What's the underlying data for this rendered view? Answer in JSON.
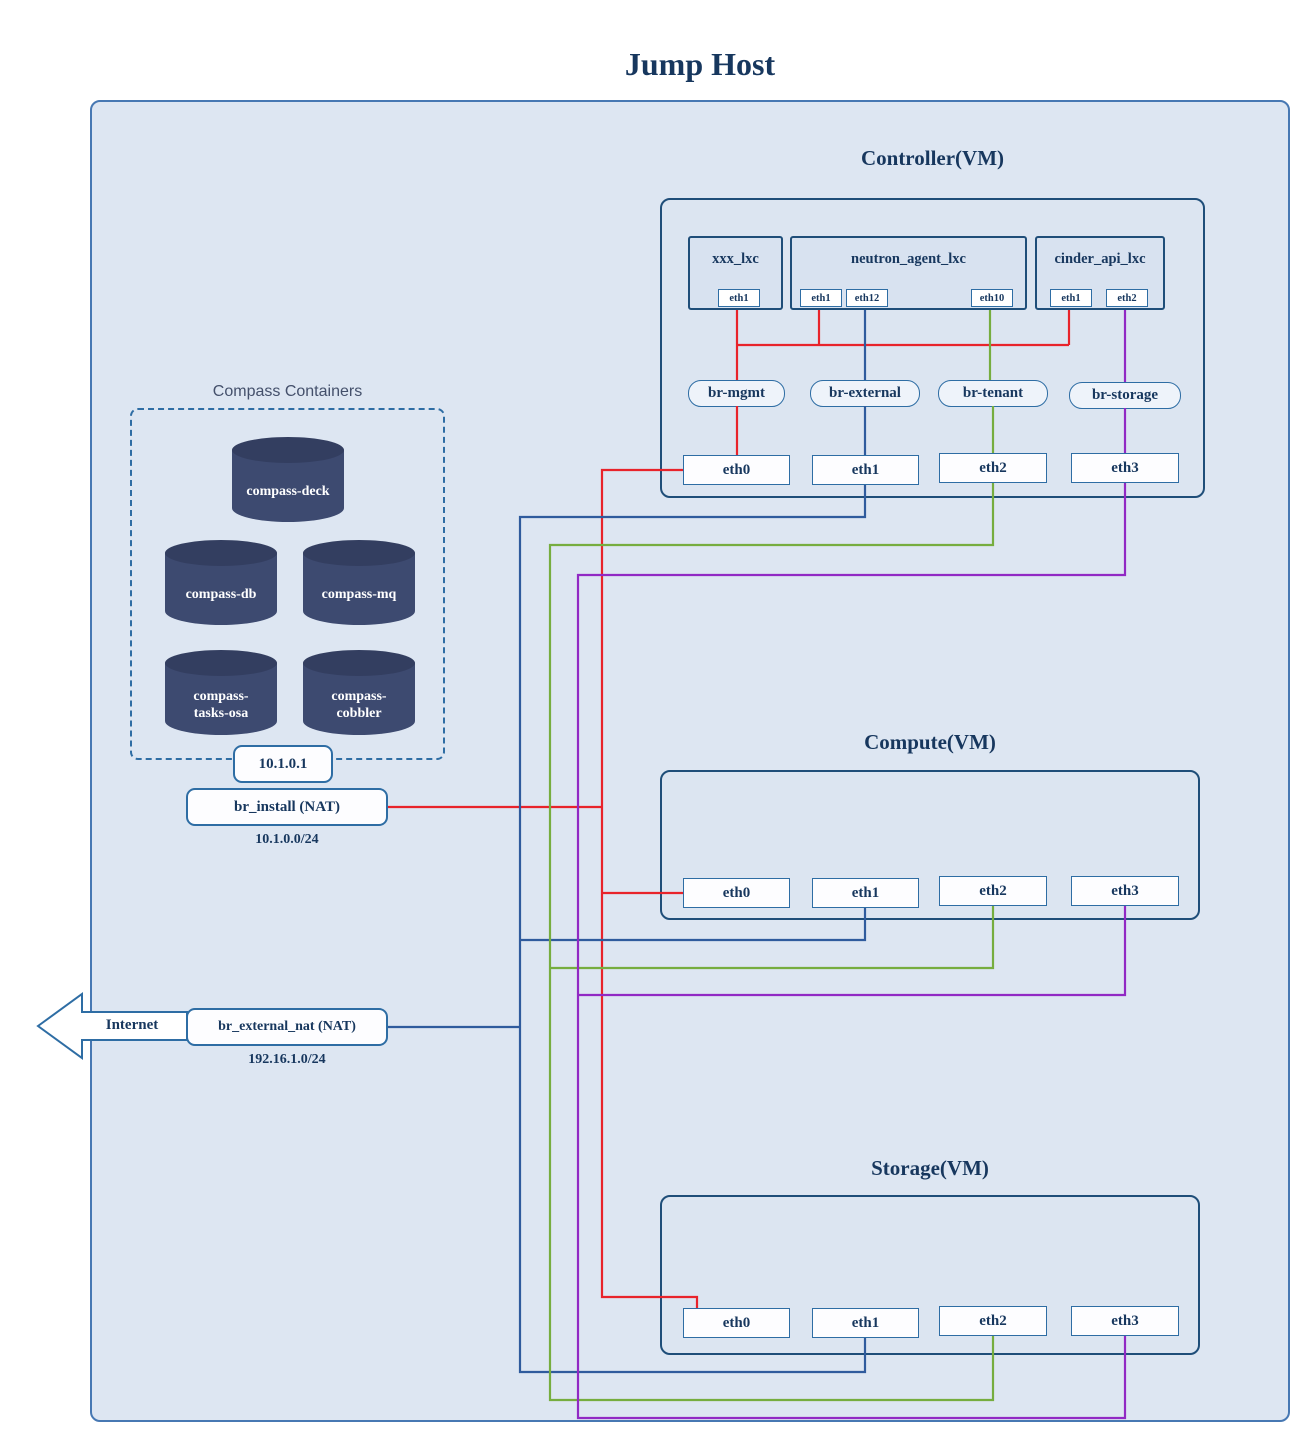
{
  "title": "Jump Host",
  "colors": {
    "mgmt_red": "#e8232b",
    "external_blue": "#2f5b9d",
    "tenant_green": "#76ad3f",
    "storage_purple": "#9129c4"
  },
  "compass": {
    "label": "Compass Containers",
    "containers": [
      "compass-deck",
      "compass-db",
      "compass-mq",
      "compass-tasks-osa",
      "compass-cobbler"
    ]
  },
  "install_nat": {
    "ip": "10.1.0.1",
    "bridge": "br_install (NAT)",
    "subnet": "10.1.0.0/24"
  },
  "external_nat": {
    "internet": "Internet",
    "bridge": "br_external_nat (NAT)",
    "subnet": "192.16.1.0/24"
  },
  "controller": {
    "label": "Controller(VM)",
    "lxc": {
      "xxx": {
        "name": "xxx_lxc",
        "ports": [
          "eth1"
        ]
      },
      "neutron": {
        "name": "neutron_agent_lxc",
        "ports": [
          "eth1",
          "eth12",
          "eth10"
        ]
      },
      "cinder": {
        "name": "cinder_api_lxc",
        "ports": [
          "eth1",
          "eth2"
        ]
      }
    },
    "bridges": [
      "br-mgmt",
      "br-external",
      "br-tenant",
      "br-storage"
    ],
    "nics": [
      "eth0",
      "eth1",
      "eth2",
      "eth3"
    ]
  },
  "compute": {
    "label": "Compute(VM)",
    "nics": [
      "eth0",
      "eth1",
      "eth2",
      "eth3"
    ]
  },
  "storage": {
    "label": "Storage(VM)",
    "nics": [
      "eth0",
      "eth1",
      "eth2",
      "eth3"
    ]
  }
}
